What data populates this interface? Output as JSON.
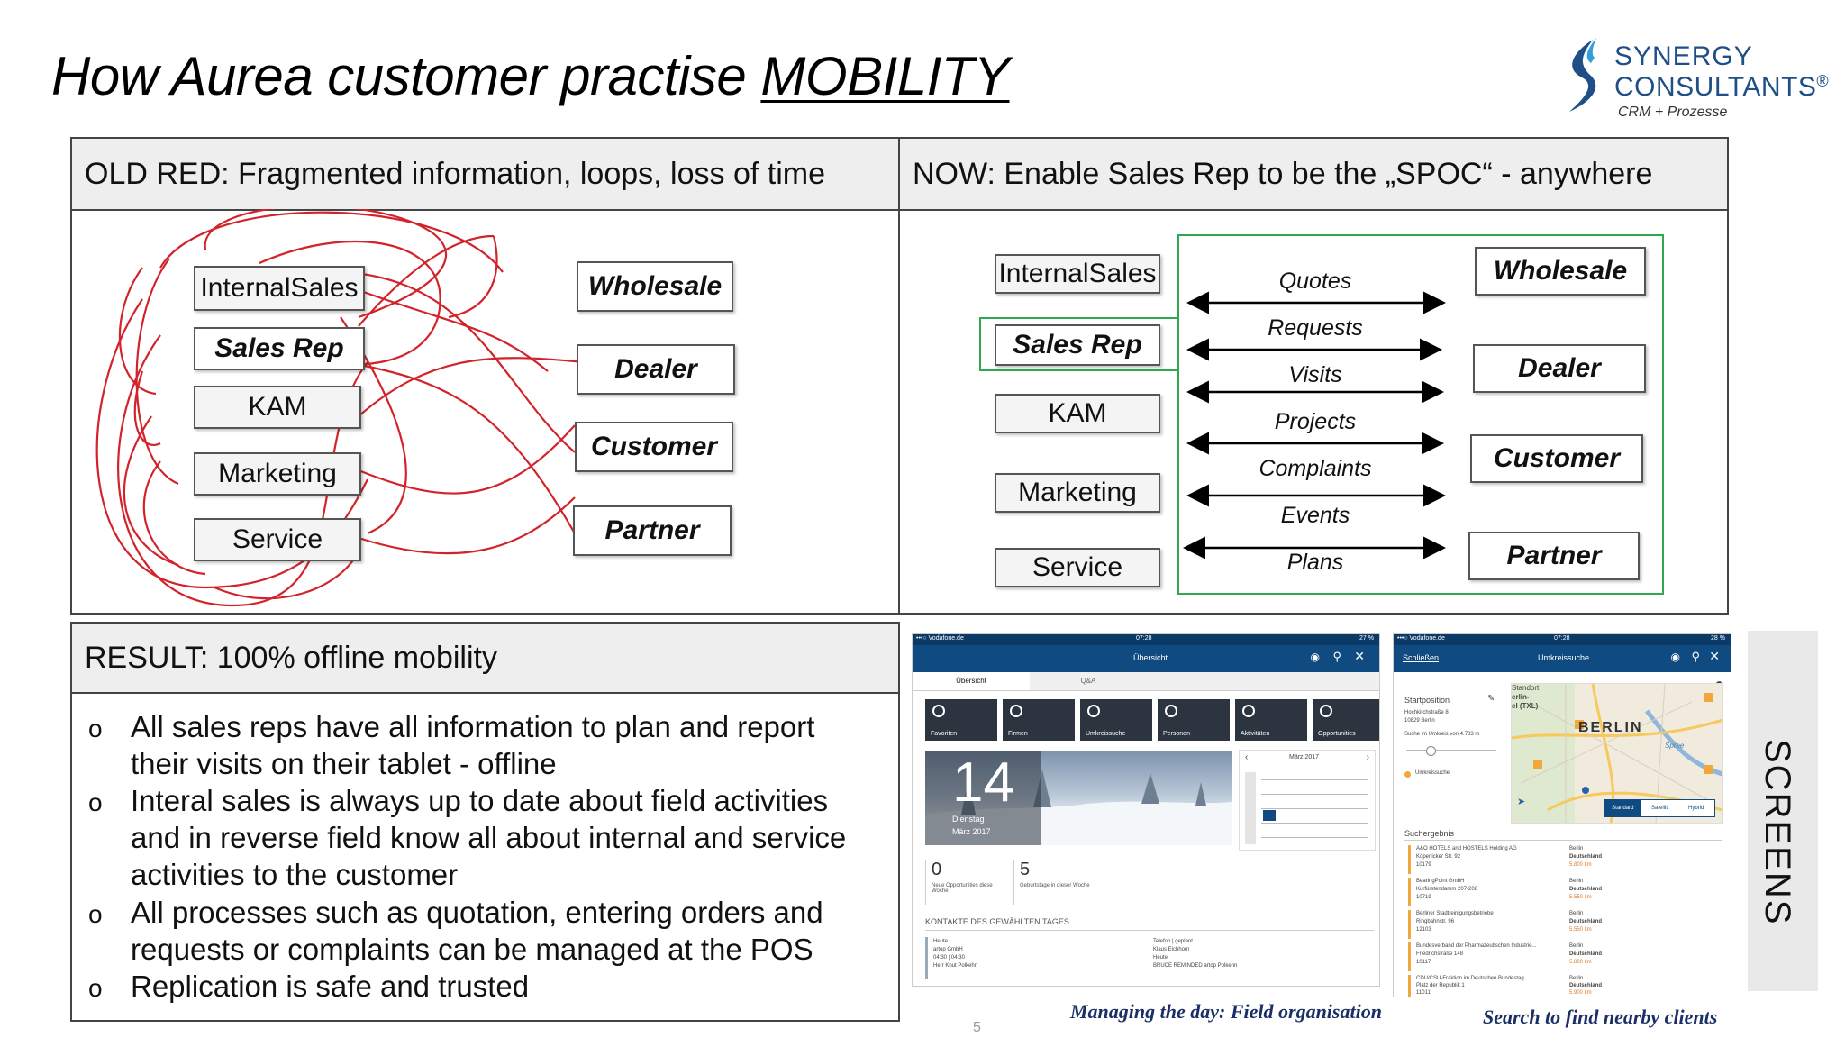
{
  "title": {
    "prefix": "How Aurea customer practise ",
    "emph": "MOBILITY"
  },
  "logo": {
    "line1": "SYNERGY",
    "line2": "CONSULTANTS",
    "reg": "®",
    "line3": "CRM + Prozesse"
  },
  "old_panel": {
    "header": "OLD RED: Fragmented information, loops, loss of time",
    "left_boxes": [
      "InternalSales",
      "Sales Rep",
      "KAM",
      "Marketing",
      "Service"
    ],
    "right_boxes": [
      "Wholesale",
      "Dealer",
      "Customer",
      "Partner"
    ]
  },
  "now_panel": {
    "header": "NOW: Enable Sales Rep to be the „SPOC“ - anywhere",
    "left_boxes": [
      "InternalSales",
      "Sales Rep",
      "KAM",
      "Marketing",
      "Service"
    ],
    "right_boxes": [
      "Wholesale",
      "Dealer",
      "Customer",
      "Partner"
    ],
    "flows": [
      "Quotes",
      "Requests",
      "Visits",
      "Projects",
      "Complaints",
      "Events",
      "Plans"
    ]
  },
  "result_panel": {
    "header": "RESULT: 100% offline mobility",
    "bullet_glyph": "o",
    "bullets": [
      {
        "l1": "All sales reps have all information to plan and report",
        "l2": "their visits on their tablet - offline"
      },
      {
        "l1": "Interal sales is always up to date about field activities",
        "l2": "and in reverse field know all about internal and service",
        "l3": "activities to the customer"
      },
      {
        "l1": "All processes such as quotation, entering orders and",
        "l2": "requests or complaints can be managed at the POS"
      },
      {
        "l1": "Replication is safe and trusted"
      }
    ]
  },
  "screen1": {
    "status_left": "•••○ Vodafone.de",
    "time": "07:28",
    "status_right": "27 %",
    "bar_title": "Übersicht",
    "tabs": [
      "Übersicht",
      "Q&A"
    ],
    "tiles": [
      "Favoriten",
      "Firmen",
      "Umkreissuche",
      "Personen",
      "Aktivitäten",
      "Opportunities"
    ],
    "day_number": "14",
    "day_name": "Dienstag",
    "month": "März 2017",
    "calendar_title": "März 2017",
    "stat1_value": "0",
    "stat1_label": "Neue Opportunities diese Woche",
    "stat2_value": "5",
    "stat2_label": "Geburtstage in dieser Woche",
    "section_title": "KONTAKTE DES GEWÄHLTEN TAGES",
    "contact_left": [
      "Heute",
      "artop GmbH",
      "04:30 | 04:30",
      "Herr Knut Polkehn"
    ],
    "contact_right": [
      "Telefon | geplant",
      "Klaus Eichhorn",
      "Heute",
      "BRUCE REMINDED artop Polkehn"
    ]
  },
  "screen2": {
    "status_left": "•••○ Vodafone.de",
    "time": "07:28",
    "status_right": "28 %",
    "back": "Schließen",
    "bar_title": "Umkreissuche",
    "start_label": "Startposition",
    "start_addr1": "Hochkirchstraße 8",
    "start_addr2": "10829 Berlin",
    "radius": "Suche im Umkreis von 4.783 m",
    "umkreis": "Umkreissuche",
    "map_city": "BERLIN",
    "map_label1": "Standort",
    "map_label2": "erlin-",
    "map_label3": "el (TXL)",
    "map_river": "Spree",
    "map_buttons": [
      "Standard",
      "Satellit",
      "Hybrid"
    ],
    "results_title": "Suchergebnis",
    "results": [
      {
        "name": "A&O HOTELS and HOSTELS Holding AG",
        "addr": "Köpenicker Str. 92",
        "zip": "10179",
        "city": "Berlin",
        "country": "Deutschland",
        "dist": "5.800 km"
      },
      {
        "name": "BearingPoint GmbH",
        "addr": "Kurfürstendamm 207-208",
        "zip": "10719",
        "city": "Berlin",
        "country": "Deutschland",
        "dist": "5.550 km"
      },
      {
        "name": "Berliner Stadtreinigungsbetriebe",
        "addr": "Ringbahnstr. 96",
        "zip": "12103",
        "city": "Berlin",
        "country": "Deutschland",
        "dist": "5.550 km"
      },
      {
        "name": "Bundesverband der Pharmazeutischen Industrie...",
        "addr": "Friedrichstraße 148",
        "zip": "10117",
        "city": "Berlin",
        "country": "Deutschland",
        "dist": "5.800 km"
      },
      {
        "name": "CDU/CSU-Fraktion im Deutschen Bundestag",
        "addr": "Platz der Republik 1",
        "zip": "11011",
        "city": "Berlin",
        "country": "Deutschland",
        "dist": "5.900 km"
      }
    ]
  },
  "captions": {
    "left": "Managing the day: Field organisation",
    "right": "Search to find nearby clients"
  },
  "side_label": "SCREENS",
  "page_number": "5",
  "colors": {
    "loop_red": "#d2232a",
    "spoc_green": "#2fa84f",
    "header_bg": "#eeeeee",
    "app_blue": "#0f4a80"
  }
}
